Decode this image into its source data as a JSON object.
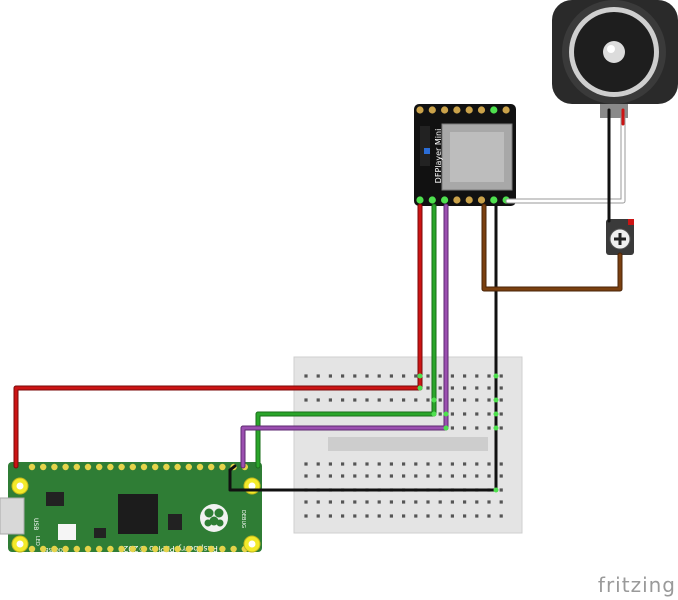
{
  "modules": {
    "dfplayer_label": "DFPlayer Mini",
    "pico_label": "Raspberry Pi Pico ©2020",
    "pico_usb": "USB",
    "pico_led": "LED",
    "pico_bootsel": "BOOTSEL",
    "pico_debug": "DEBUG"
  },
  "watermark": "fritzing",
  "wire_colors": {
    "power": "#cc1414",
    "signal_green": "#2aa52a",
    "signal_purple": "#9b4fb0",
    "ground": "#111111",
    "speaker_brown": "#7a4010",
    "speaker_white": "#ffffff"
  }
}
